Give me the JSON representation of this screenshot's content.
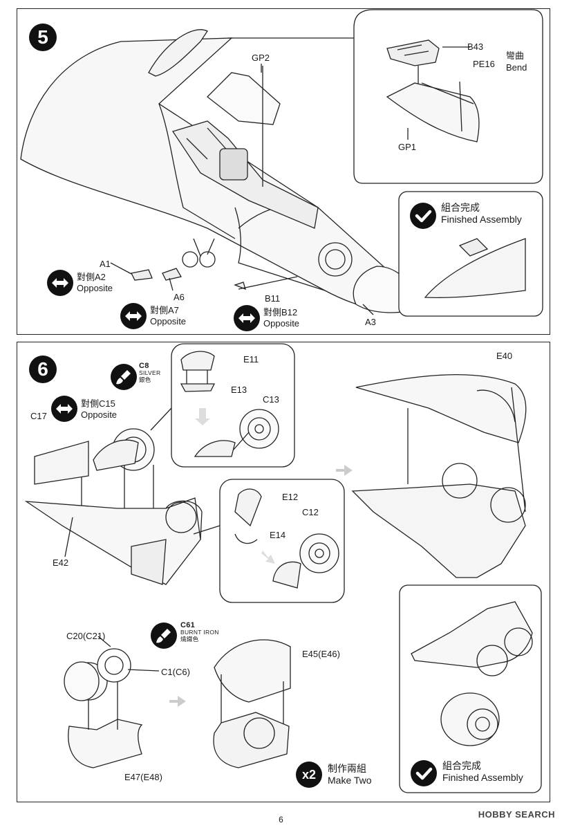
{
  "page_number": "6",
  "watermark": "HOBBY SEARCH",
  "step5": {
    "number": "5",
    "labels": {
      "gp2": "GP2",
      "b43": "B43",
      "pe16": "PE16",
      "bend_cn": "彎曲",
      "bend_en": "Bend",
      "gp1": "GP1",
      "a1": "A1",
      "a6": "A6",
      "b11": "B11",
      "a3": "A3"
    },
    "opposites": [
      {
        "cn": "對側A2",
        "en": "Opposite"
      },
      {
        "cn": "對側A7",
        "en": "Opposite"
      },
      {
        "cn": "對側B12",
        "en": "Opposite"
      }
    ],
    "finished": {
      "cn": "組合完成",
      "en": "Finished Assembly"
    }
  },
  "step6": {
    "number": "6",
    "paint1": {
      "code": "C8",
      "name": "SILVER",
      "cn": "銀色"
    },
    "paint2": {
      "code": "C61",
      "name": "BURNT IRON",
      "cn": "燒鐵色"
    },
    "opposite": {
      "cn": "對側C15",
      "en": "Opposite"
    },
    "labels": {
      "c17": "C17",
      "e11": "E11",
      "e13": "E13",
      "c13": "C13",
      "e40": "E40",
      "e12": "E12",
      "e14": "E14",
      "c12": "C12",
      "e42": "E42",
      "c20": "C20(C21)",
      "c1": "C1(C6)",
      "e45": "E45(E46)",
      "e47": "E47(E48)"
    },
    "make_two": {
      "mult": "x2",
      "cn": "制作兩組",
      "en": "Make Two"
    },
    "finished": {
      "cn": "組合完成",
      "en": "Finished Assembly"
    }
  }
}
